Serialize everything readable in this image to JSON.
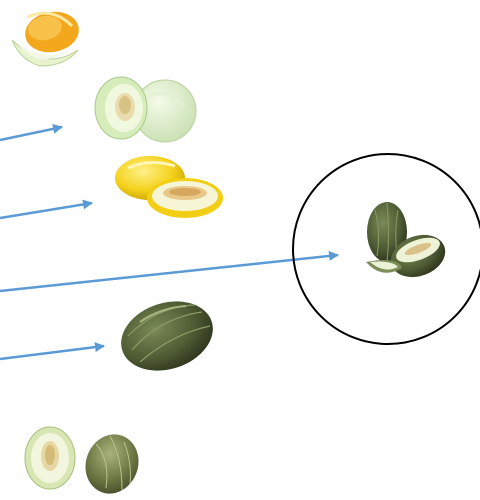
{
  "diagram": {
    "melons": [
      {
        "name": "orange-flesh-melon-slice"
      },
      {
        "name": "honeydew-melon"
      },
      {
        "name": "yellow-canary-melon"
      },
      {
        "name": "dark-green-melon-in-circle"
      },
      {
        "name": "dark-green-oval-melon"
      },
      {
        "name": "green-mottled-melon-halved"
      }
    ],
    "colors": {
      "arrow": "#5b9bd5",
      "circle": "#000000",
      "background": "#ffffff"
    }
  }
}
